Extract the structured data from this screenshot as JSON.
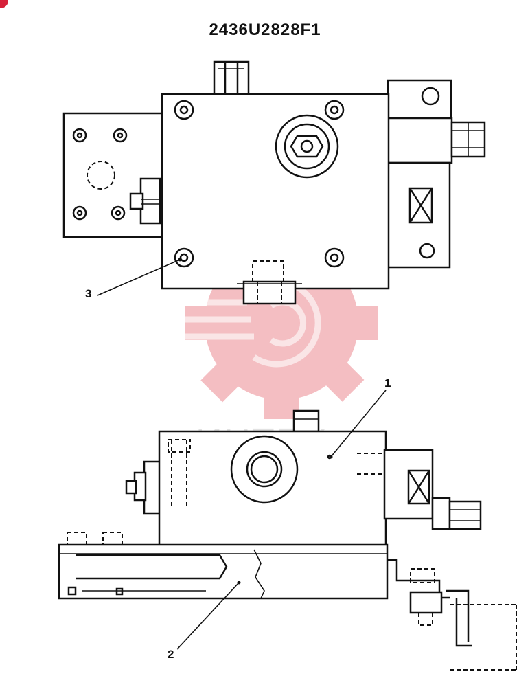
{
  "drawing_number": "2436U2828F1",
  "callouts": [
    {
      "id": "callout-3",
      "label": "3"
    },
    {
      "id": "callout-1",
      "label": "1"
    },
    {
      "id": "callout-2",
      "label": "2"
    }
  ],
  "watermark": {
    "text": "ИНТЕХ",
    "color": "#e8707a"
  },
  "corner_badge_color": "#d6213a"
}
